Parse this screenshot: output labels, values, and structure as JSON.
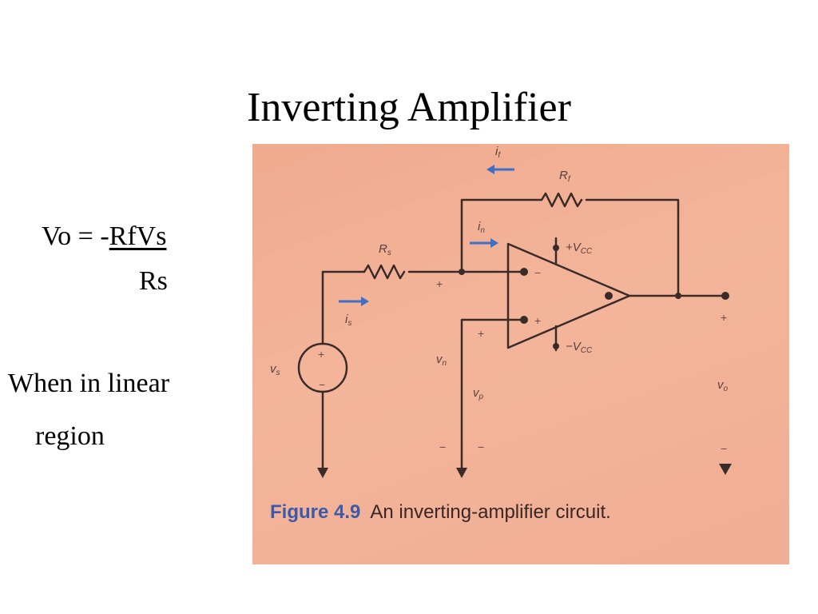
{
  "slide": {
    "title": "Inverting Amplifier",
    "formula": {
      "lhs": "Vo = -",
      "numerator": "RfVs",
      "denominator": "Rs"
    },
    "note_line1": "When in linear",
    "note_line2": "region"
  },
  "figure": {
    "caption_label": "Figure 4.9",
    "caption_text": "An inverting-amplifier circuit.",
    "labels": {
      "if": "i",
      "if_sub": "f",
      "rf": "R",
      "rf_sub": "f",
      "in": "i",
      "in_sub": "n",
      "rs": "R",
      "rs_sub": "s",
      "is": "i",
      "is_sub": "s",
      "vcc_pos": "+V",
      "vcc_pos_sub": "CC",
      "vcc_neg": "−V",
      "vcc_neg_sub": "CC",
      "vs": "v",
      "vs_sub": "s",
      "vn": "v",
      "vn_sub": "n",
      "vp": "v",
      "vp_sub": "p",
      "vo": "v",
      "vo_sub": "o",
      "plus": "+",
      "minus": "−"
    }
  }
}
